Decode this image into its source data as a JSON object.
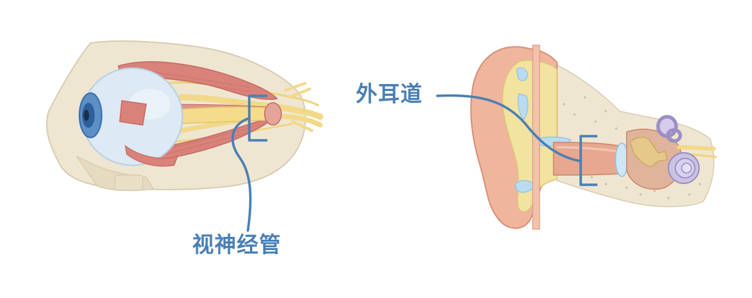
{
  "labels": {
    "optic_canal": "视神经管",
    "external_auditory_canal": "外耳道"
  },
  "colors": {
    "label_blue": "#4a7fb5",
    "bone": "#efe6d2",
    "muscle": "#d9827a",
    "eyeball": "#dde9f4",
    "iris": "#3d6ea8",
    "nerve": "#f2d98a",
    "ear_skin": "#f0b59d",
    "cartilage": "#f2e3a0",
    "canal_fluid": "#b9dcf0",
    "ossicle": "#e6c98a",
    "cochlea": "#b9aed6"
  },
  "icons": [
    "eye-orbit-illustration",
    "ear-anatomy-illustration"
  ]
}
